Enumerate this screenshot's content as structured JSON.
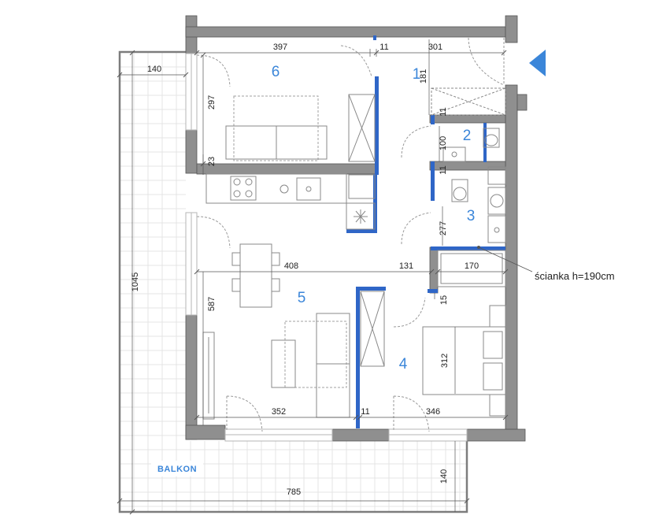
{
  "rooms": [
    {
      "number": "1"
    },
    {
      "number": "2"
    },
    {
      "number": "3"
    },
    {
      "number": "4"
    },
    {
      "number": "5"
    },
    {
      "number": "6"
    }
  ],
  "dimensions": {
    "d397": "397",
    "d11_top": "11",
    "d301": "301",
    "d140_top": "140",
    "d181": "181",
    "d297": "297",
    "d11_bath": "11",
    "d100": "100",
    "d11_mid": "11",
    "d23": "23",
    "d277": "277",
    "d408": "408",
    "d131": "131",
    "d170": "170",
    "d1045": "1045",
    "d587": "587",
    "d15": "15",
    "d312": "312",
    "d352": "352",
    "d11_bottom": "11",
    "d346": "346",
    "d140_bottom": "140",
    "d785": "785"
  },
  "labels": {
    "balkon": "BALKON",
    "partition_note": "ścianka h=190cm"
  },
  "colors": {
    "wall": "#8f8f8f",
    "accent": "#3b86d9",
    "furniture": "#888888"
  },
  "icons": {
    "entrance": "entrance-arrow-icon"
  }
}
